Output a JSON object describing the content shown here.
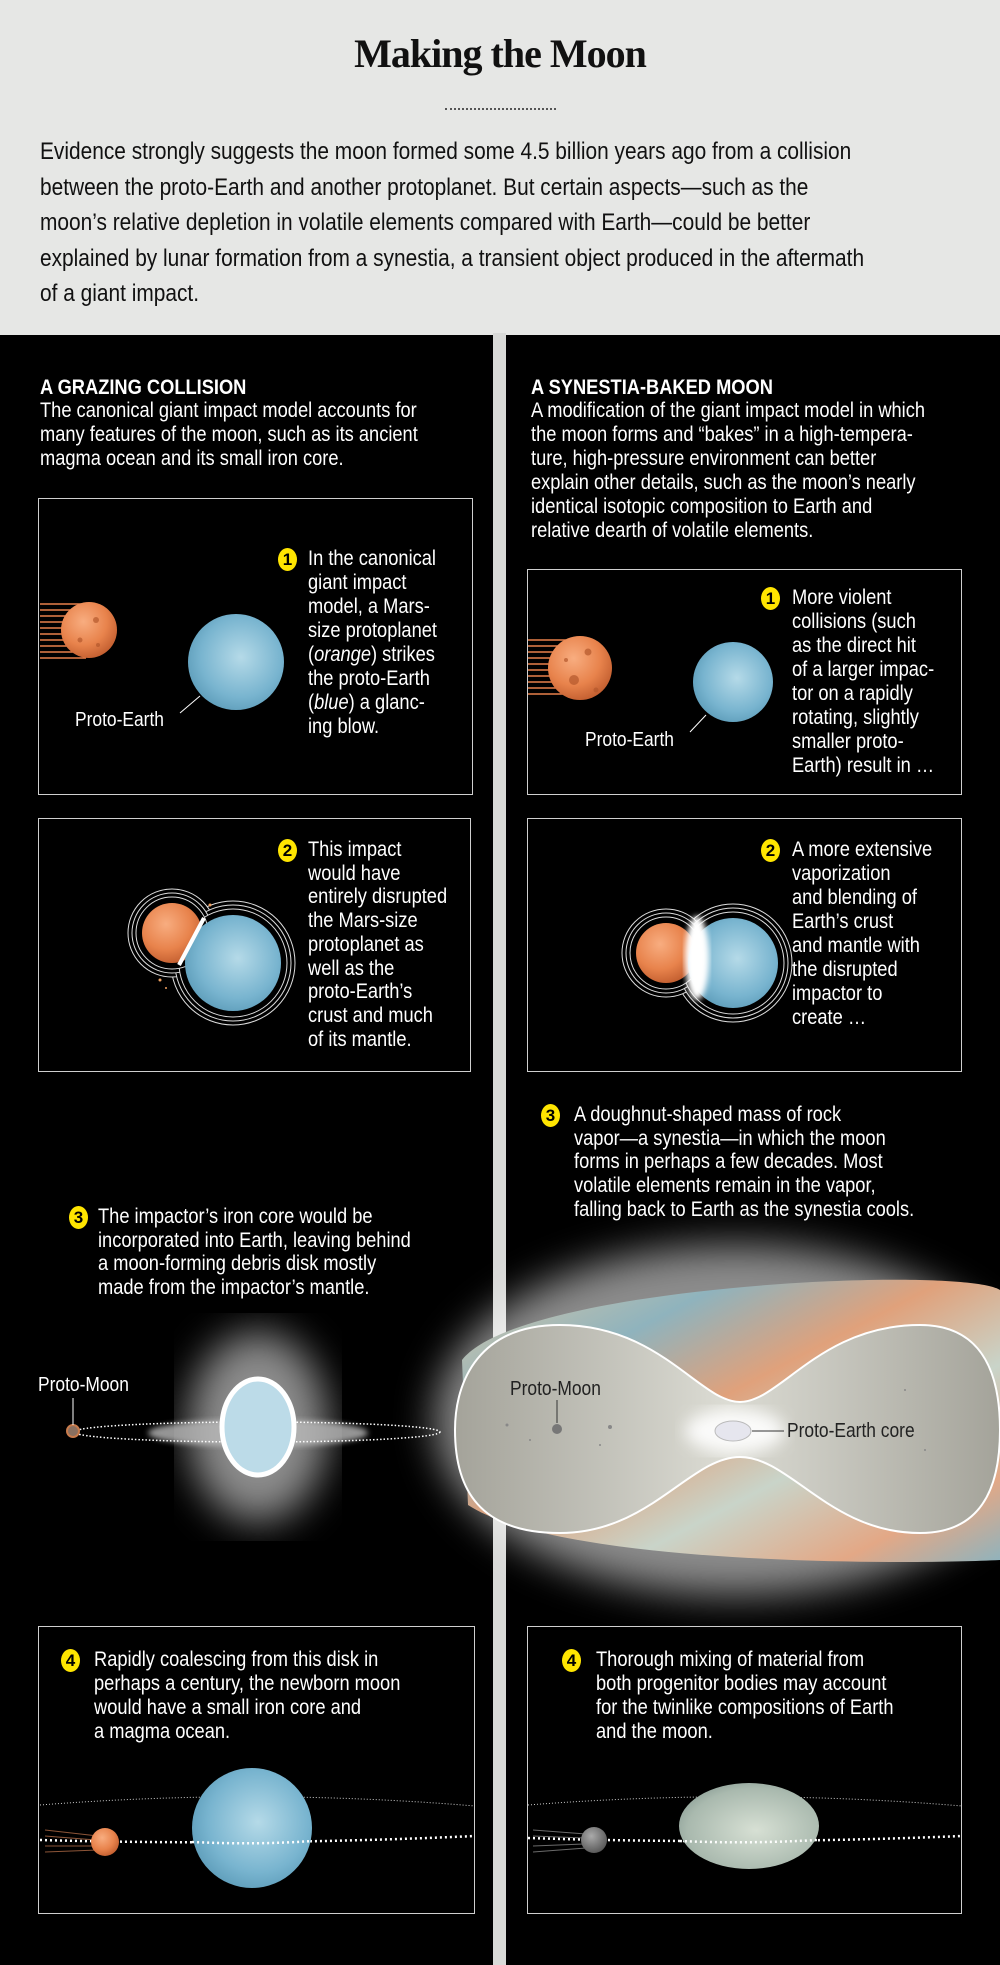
{
  "title": "Making the Moon",
  "intro_lines": [
    "Evidence strongly suggests the moon formed some 4.5 billion years ago from a collision",
    "between the proto-Earth and another protoplanet. But certain aspects—such as the",
    "moon’s relative depletion in volatile elements compared with Earth—could be better",
    "explained by lunar formation from a synestia, a transient object produced in the aftermath",
    "of a giant impact."
  ],
  "colors": {
    "badge": "#ffe500",
    "impactor": "#e57940",
    "proto_earth": "#6fb0cc",
    "header_bg": "#e6e7e5"
  },
  "labels": {
    "proto_earth": "Proto-Earth",
    "proto_moon": "Proto-Moon",
    "proto_earth_core": "Proto-Earth core"
  },
  "left": {
    "heading": "A GRAZING COLLISION",
    "description_lines": [
      "The canonical giant impact model accounts for",
      "many features of the moon, such as its ancient",
      "magma ocean and its small iron core."
    ],
    "steps": [
      {
        "number": "1",
        "lines": [
          "In the canonical",
          "giant impact",
          "model, a Mars-",
          "size protoplanet",
          [
            {
              "text": "(",
              "italic": false
            },
            {
              "text": "orange",
              "italic": true
            },
            {
              "text": ") strikes",
              "italic": false
            }
          ],
          "the proto-Earth",
          [
            {
              "text": "(",
              "italic": false
            },
            {
              "text": "blue",
              "italic": true
            },
            {
              "text": ") a glanc-",
              "italic": false
            }
          ],
          "ing blow."
        ]
      },
      {
        "number": "2",
        "lines": [
          "This impact",
          "would have",
          "entirely disrupted",
          "the Mars-size",
          "protoplanet as",
          "well as the",
          "proto-Earth’s",
          "crust and much",
          "of its mantle."
        ]
      },
      {
        "number": "3",
        "lines": [
          "The impactor’s iron core would be",
          "incorporated into Earth, leaving behind",
          "a moon-forming debris disk mostly",
          "made from the impactor’s mantle."
        ]
      },
      {
        "number": "4",
        "lines": [
          "Rapidly coalescing from this disk in",
          "perhaps a century, the newborn moon",
          "would have a small iron core and",
          "a magma ocean."
        ]
      }
    ]
  },
  "right": {
    "heading": "A SYNESTIA-BAKED MOON",
    "description_lines": [
      "A modification of the giant impact model in which",
      "the moon forms and “bakes” in a high-tempera-",
      "ture, high-pressure environment can better",
      "explain other details, such as the moon’s nearly",
      "identical isotopic composition to Earth and",
      "relative dearth of volatile elements."
    ],
    "steps": [
      {
        "number": "1",
        "lines": [
          "More violent",
          "collisions (such",
          "as the direct hit",
          "of a larger impac-",
          "tor on a rapidly",
          "rotating, slightly",
          "smaller proto-",
          "Earth) result in …"
        ]
      },
      {
        "number": "2",
        "lines": [
          "A more extensive",
          "vaporization",
          "and blending of",
          "Earth’s crust",
          "and mantle with",
          "the disrupted",
          "impactor to",
          "create …"
        ]
      },
      {
        "number": "3",
        "lines": [
          "A doughnut-shaped mass of rock",
          "vapor—a synestia—in which the moon",
          "forms in perhaps a few decades. Most",
          "volatile elements remain in the vapor,",
          "falling back to Earth as the synestia cools."
        ]
      },
      {
        "number": "4",
        "lines": [
          "Thorough mixing of material from",
          "both progenitor bodies may account",
          "for the twinlike compositions of Earth",
          "and the moon."
        ]
      }
    ]
  }
}
